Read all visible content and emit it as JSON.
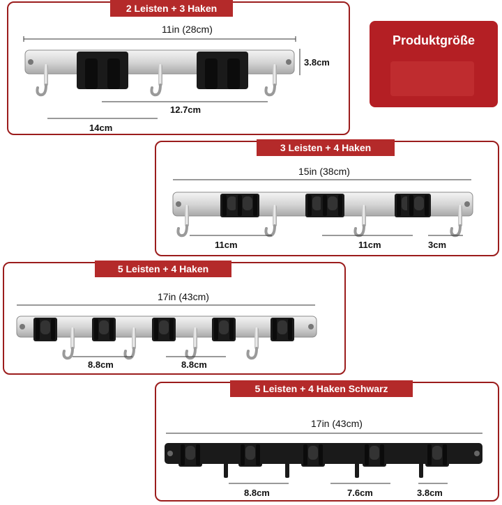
{
  "badge": {
    "label": "Produktgröße"
  },
  "panels": [
    {
      "title": "2 Leisten + 3 Haken",
      "overall": "11in (28cm)",
      "height": "3.8cm",
      "dims": [
        "12.7cm",
        "14cm"
      ]
    },
    {
      "title": "3 Leisten + 4 Haken",
      "overall": "15in (38cm)",
      "dims": [
        "11cm",
        "11cm",
        "3cm"
      ]
    },
    {
      "title": "5 Leisten + 4 Haken",
      "overall": "17in (43cm)",
      "dims": [
        "8.8cm",
        "8.8cm"
      ]
    },
    {
      "title": "5 Leisten + 4 Haken Schwarz",
      "overall": "17in (43cm)",
      "dims": [
        "8.8cm",
        "7.6cm",
        "3.8cm"
      ]
    }
  ],
  "colors": {
    "panel_border": "#9b1c1c",
    "title_bg": "#b42a2a",
    "badge_bg": "#b41f24"
  }
}
